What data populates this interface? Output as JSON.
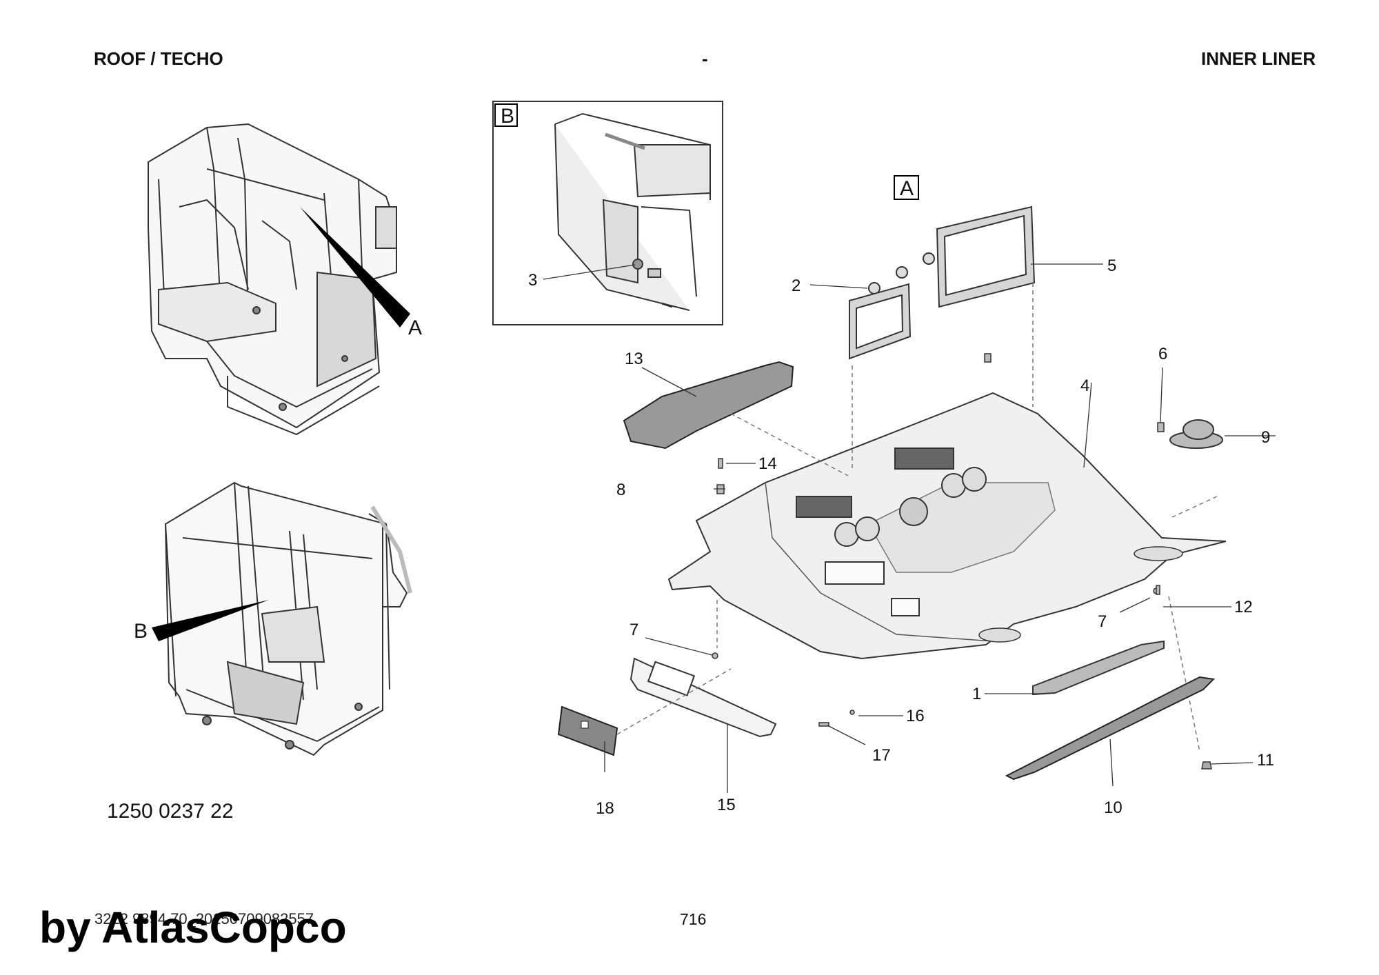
{
  "header": {
    "left": "ROOF / TECHO",
    "center": "-",
    "right": "INNER LINER"
  },
  "callouts": {
    "c1": "1",
    "c2": "2",
    "c3": "3",
    "c4": "4",
    "c5": "5",
    "c6": "6",
    "c7a": "7",
    "c7b": "7",
    "c8": "8",
    "c9": "9",
    "c10": "10",
    "c11": "11",
    "c12": "12",
    "c13": "13",
    "c14": "14",
    "c15": "15",
    "c16": "16",
    "c17": "17",
    "c18": "18"
  },
  "view_labels": {
    "a_box": "A",
    "b_box": "B",
    "a_pointer": "A",
    "b_pointer": "B"
  },
  "footer": {
    "part_number": "1250 0237 22",
    "document_id": "3222 9894 70_20150709082557",
    "page_number": "716",
    "watermark": "by AtlasCopco"
  }
}
